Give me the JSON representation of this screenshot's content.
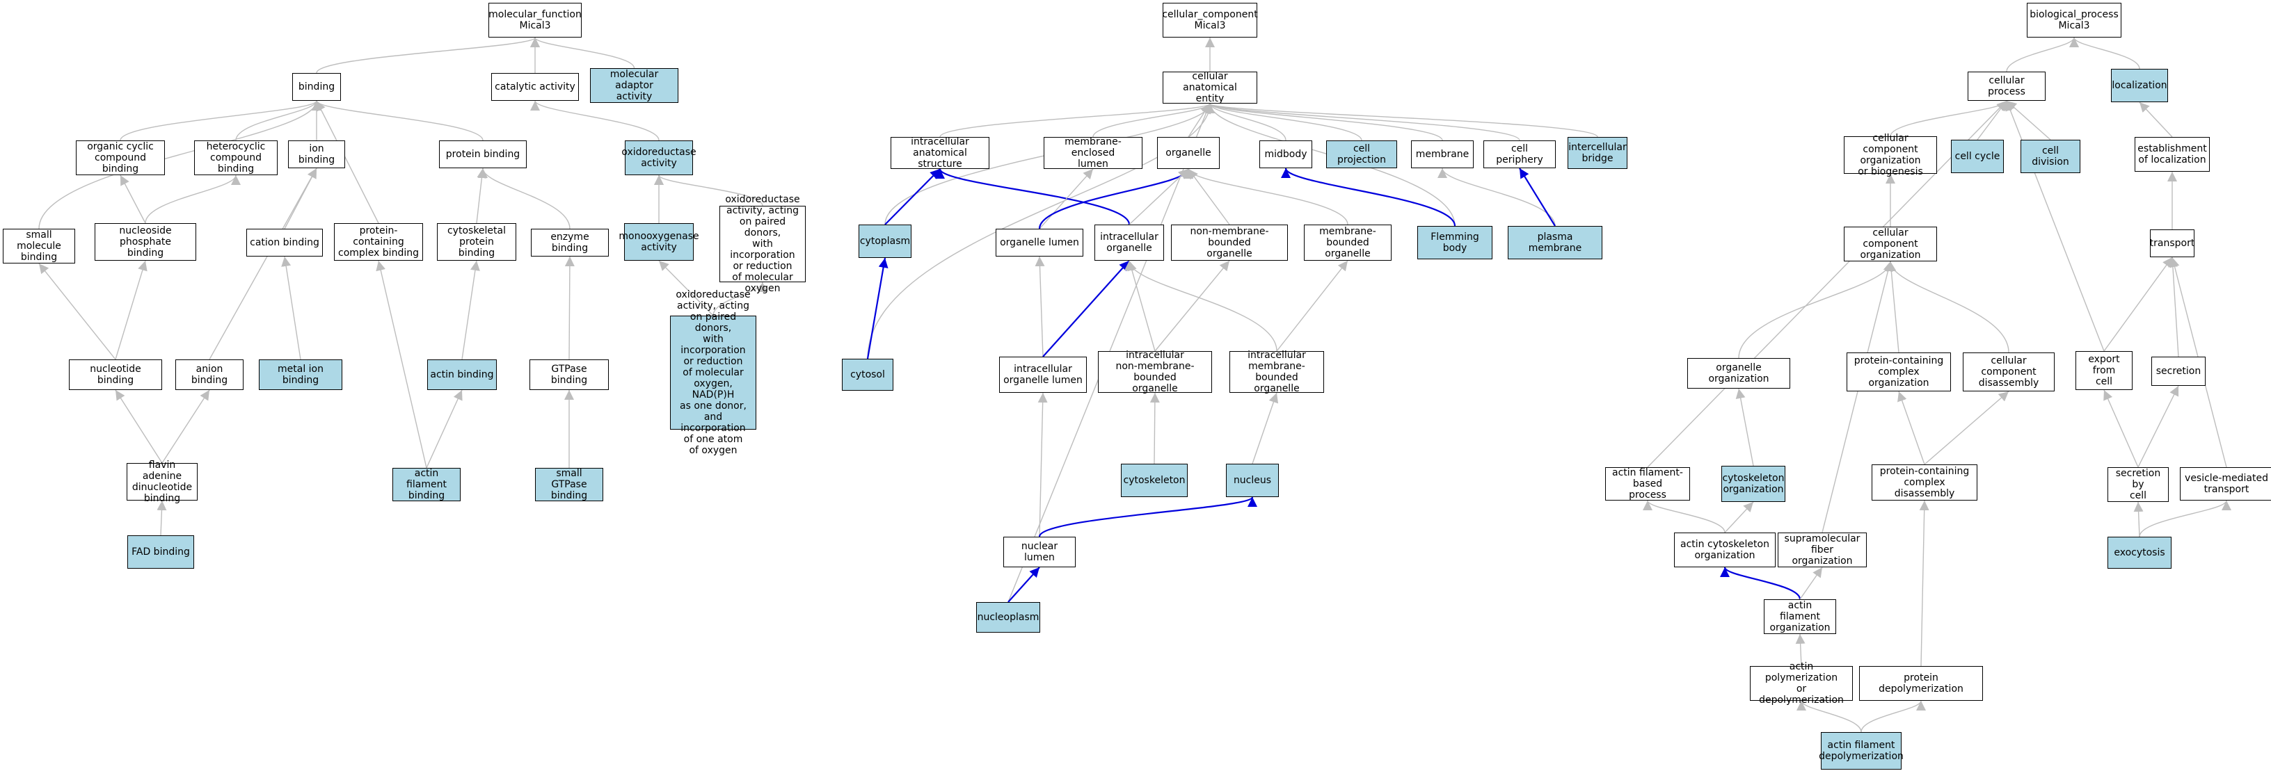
{
  "colors": {
    "node_fill": "#ffffff",
    "highlight_fill": "#add8e6",
    "node_border": "#000000",
    "edge_default": "#bdbdbd",
    "edge_highlight": "#0000dd"
  },
  "graph": {
    "nodes": [
      {
        "id": "mf_root",
        "label": "molecular_function\nMical3",
        "highlight": false
      },
      {
        "id": "binding",
        "label": "binding",
        "highlight": false
      },
      {
        "id": "catalytic",
        "label": "catalytic activity",
        "highlight": false
      },
      {
        "id": "mol_adaptor",
        "label": "molecular adaptor\nactivity",
        "highlight": true
      },
      {
        "id": "org_cyclic",
        "label": "organic cyclic\ncompound binding",
        "highlight": false
      },
      {
        "id": "heterocyclic",
        "label": "heterocyclic\ncompound binding",
        "highlight": false
      },
      {
        "id": "ion_binding",
        "label": "ion binding",
        "highlight": false
      },
      {
        "id": "protein_binding",
        "label": "protein binding",
        "highlight": false
      },
      {
        "id": "oxidoreductase",
        "label": "oxidoreductase\nactivity",
        "highlight": true
      },
      {
        "id": "small_mol",
        "label": "small molecule\nbinding",
        "highlight": false
      },
      {
        "id": "nucleoside_phos",
        "label": "nucleoside phosphate\nbinding",
        "highlight": false
      },
      {
        "id": "cation",
        "label": "cation binding",
        "highlight": false
      },
      {
        "id": "prot_complex_bind",
        "label": "protein-containing\ncomplex binding",
        "highlight": false
      },
      {
        "id": "cytoskeletal_pb",
        "label": "cytoskeletal\nprotein binding",
        "highlight": false
      },
      {
        "id": "enzyme_binding",
        "label": "enzyme binding",
        "highlight": false
      },
      {
        "id": "monooxygenase",
        "label": "monooxygenase\nactivity",
        "highlight": true
      },
      {
        "id": "oxido_paired",
        "label": "oxidoreductase\nactivity, acting\non paired donors,\nwith incorporation\nor reduction\nof molecular\noxygen",
        "highlight": false
      },
      {
        "id": "nucleotide",
        "label": "nucleotide binding",
        "highlight": false
      },
      {
        "id": "anion",
        "label": "anion binding",
        "highlight": false
      },
      {
        "id": "metal_ion",
        "label": "metal ion binding",
        "highlight": true
      },
      {
        "id": "actin_binding",
        "label": "actin binding",
        "highlight": true
      },
      {
        "id": "gtpase_binding",
        "label": "GTPase binding",
        "highlight": false
      },
      {
        "id": "oxido_nadph",
        "label": "oxidoreductase\nactivity, acting\non paired donors,\nwith incorporation\nor reduction\nof molecular\noxygen, NAD(P)H\nas one donor,\nand incorporation\nof one atom\nof oxygen",
        "highlight": true
      },
      {
        "id": "fad",
        "label": "flavin adenine\ndinucleotide\nbinding",
        "highlight": false
      },
      {
        "id": "actin_filament_binding",
        "label": "actin filament\nbinding",
        "highlight": true
      },
      {
        "id": "small_gtpase",
        "label": "small GTPase\nbinding",
        "highlight": true
      },
      {
        "id": "fad_binding",
        "label": "FAD binding",
        "highlight": true
      },
      {
        "id": "cc_root",
        "label": "cellular_component\nMical3",
        "highlight": false
      },
      {
        "id": "cae",
        "label": "cellular anatomical\nentity",
        "highlight": false
      },
      {
        "id": "ias",
        "label": "intracellular\nanatomical structure",
        "highlight": false
      },
      {
        "id": "mel",
        "label": "membrane-enclosed\nlumen",
        "highlight": false
      },
      {
        "id": "organelle",
        "label": "organelle",
        "highlight": false
      },
      {
        "id": "midbody",
        "label": "midbody",
        "highlight": false
      },
      {
        "id": "cell_projection",
        "label": "cell projection",
        "highlight": true
      },
      {
        "id": "membrane",
        "label": "membrane",
        "highlight": false
      },
      {
        "id": "cell_periphery",
        "label": "cell periphery",
        "highlight": false
      },
      {
        "id": "intercellular_bridge",
        "label": "intercellular\nbridge",
        "highlight": true
      },
      {
        "id": "cytoplasm",
        "label": "cytoplasm",
        "highlight": true
      },
      {
        "id": "organelle_lumen",
        "label": "organelle lumen",
        "highlight": false
      },
      {
        "id": "intra_organelle",
        "label": "intracellular\norganelle",
        "highlight": false
      },
      {
        "id": "nmbo",
        "label": "non-membrane-bounded\norganelle",
        "highlight": false
      },
      {
        "id": "mbo",
        "label": "membrane-bounded\norganelle",
        "highlight": false
      },
      {
        "id": "flemming",
        "label": "Flemming body",
        "highlight": true
      },
      {
        "id": "plasma_membrane",
        "label": "plasma membrane",
        "highlight": true
      },
      {
        "id": "cytosol",
        "label": "cytosol",
        "highlight": true
      },
      {
        "id": "intra_org_lumen",
        "label": "intracellular\norganelle lumen",
        "highlight": false
      },
      {
        "id": "intra_nmbo",
        "label": "intracellular\nnon-membrane-bounded\norganelle",
        "highlight": false
      },
      {
        "id": "intra_mbo",
        "label": "intracellular\nmembrane-bounded\norganelle",
        "highlight": false
      },
      {
        "id": "cytoskeleton",
        "label": "cytoskeleton",
        "highlight": true
      },
      {
        "id": "nucleus",
        "label": "nucleus",
        "highlight": true
      },
      {
        "id": "nuclear_lumen",
        "label": "nuclear lumen",
        "highlight": false
      },
      {
        "id": "nucleoplasm",
        "label": "nucleoplasm",
        "highlight": true
      },
      {
        "id": "bp_root",
        "label": "biological_process\nMical3",
        "highlight": false
      },
      {
        "id": "cellular_process",
        "label": "cellular process",
        "highlight": false
      },
      {
        "id": "localization",
        "label": "localization",
        "highlight": true
      },
      {
        "id": "cc_org_bio",
        "label": "cellular component\norganization\nor biogenesis",
        "highlight": false
      },
      {
        "id": "cell_cycle",
        "label": "cell cycle",
        "highlight": true
      },
      {
        "id": "cell_division",
        "label": "cell division",
        "highlight": true
      },
      {
        "id": "est_loc",
        "label": "establishment\nof localization",
        "highlight": false
      },
      {
        "id": "cc_org",
        "label": "cellular component\norganization",
        "highlight": false
      },
      {
        "id": "transport",
        "label": "transport",
        "highlight": false
      },
      {
        "id": "org_org",
        "label": "organelle organization",
        "highlight": false
      },
      {
        "id": "pc_complex_org",
        "label": "protein-containing\ncomplex organization",
        "highlight": false
      },
      {
        "id": "cc_disassembly",
        "label": "cellular component\ndisassembly",
        "highlight": false
      },
      {
        "id": "export",
        "label": "export from\ncell",
        "highlight": false
      },
      {
        "id": "secretion",
        "label": "secretion",
        "highlight": false
      },
      {
        "id": "afbp",
        "label": "actin filament-based\nprocess",
        "highlight": false
      },
      {
        "id": "cyto_org",
        "label": "cytoskeleton\norganization",
        "highlight": true
      },
      {
        "id": "pc_disassembly",
        "label": "protein-containing\ncomplex disassembly",
        "highlight": false
      },
      {
        "id": "sec_by_cell",
        "label": "secretion by\ncell",
        "highlight": false
      },
      {
        "id": "vesicle_transport",
        "label": "vesicle-mediated\ntransport",
        "highlight": false
      },
      {
        "id": "actin_cyto_org",
        "label": "actin cytoskeleton\norganization",
        "highlight": false
      },
      {
        "id": "supramol",
        "label": "supramolecular\nfiber organization",
        "highlight": false
      },
      {
        "id": "exocytosis",
        "label": "exocytosis",
        "highlight": true
      },
      {
        "id": "af_org",
        "label": "actin filament\norganization",
        "highlight": false
      },
      {
        "id": "actin_polym",
        "label": "actin polymerization\nor depolymerization",
        "highlight": false
      },
      {
        "id": "prot_depolym",
        "label": "protein depolymerization",
        "highlight": false
      },
      {
        "id": "af_depolym",
        "label": "actin filament\ndepolymerization",
        "highlight": true
      }
    ],
    "edges": [
      {
        "from": "binding",
        "to": "mf_root",
        "highlight": false
      },
      {
        "from": "catalytic",
        "to": "mf_root",
        "highlight": false
      },
      {
        "from": "mol_adaptor",
        "to": "mf_root",
        "highlight": false
      },
      {
        "from": "org_cyclic",
        "to": "binding",
        "highlight": false
      },
      {
        "from": "heterocyclic",
        "to": "binding",
        "highlight": false
      },
      {
        "from": "ion_binding",
        "to": "binding",
        "highlight": false
      },
      {
        "from": "protein_binding",
        "to": "binding",
        "highlight": false
      },
      {
        "from": "small_mol",
        "to": "binding",
        "highlight": false
      },
      {
        "from": "prot_complex_bind",
        "to": "binding",
        "highlight": false
      },
      {
        "from": "oxidoreductase",
        "to": "catalytic",
        "highlight": false
      },
      {
        "from": "nucleoside_phos",
        "to": "org_cyclic",
        "highlight": false
      },
      {
        "from": "nucleoside_phos",
        "to": "heterocyclic",
        "highlight": false
      },
      {
        "from": "cation",
        "to": "ion_binding",
        "highlight": false
      },
      {
        "from": "anion",
        "to": "ion_binding",
        "highlight": false
      },
      {
        "from": "cytoskeletal_pb",
        "to": "protein_binding",
        "highlight": false
      },
      {
        "from": "enzyme_binding",
        "to": "protein_binding",
        "highlight": false
      },
      {
        "from": "monooxygenase",
        "to": "oxidoreductase",
        "highlight": false
      },
      {
        "from": "oxido_paired",
        "to": "oxidoreductase",
        "highlight": false
      },
      {
        "from": "nucleotide",
        "to": "small_mol",
        "highlight": false
      },
      {
        "from": "nucleotide",
        "to": "nucleoside_phos",
        "highlight": false
      },
      {
        "from": "metal_ion",
        "to": "cation",
        "highlight": false
      },
      {
        "from": "actin_binding",
        "to": "cytoskeletal_pb",
        "highlight": false
      },
      {
        "from": "gtpase_binding",
        "to": "enzyme_binding",
        "highlight": false
      },
      {
        "from": "oxido_nadph",
        "to": "monooxygenase",
        "highlight": false
      },
      {
        "from": "oxido_nadph",
        "to": "oxido_paired",
        "highlight": false
      },
      {
        "from": "fad",
        "to": "nucleotide",
        "highlight": false
      },
      {
        "from": "fad",
        "to": "anion",
        "highlight": false
      },
      {
        "from": "actin_filament_binding",
        "to": "actin_binding",
        "highlight": false
      },
      {
        "from": "actin_filament_binding",
        "to": "prot_complex_bind",
        "highlight": false
      },
      {
        "from": "small_gtpase",
        "to": "gtpase_binding",
        "highlight": false
      },
      {
        "from": "fad_binding",
        "to": "fad",
        "highlight": false
      },
      {
        "from": "cae",
        "to": "cc_root",
        "highlight": false
      },
      {
        "from": "ias",
        "to": "cae",
        "highlight": false
      },
      {
        "from": "mel",
        "to": "cae",
        "highlight": false
      },
      {
        "from": "organelle",
        "to": "cae",
        "highlight": false
      },
      {
        "from": "midbody",
        "to": "cae",
        "highlight": false
      },
      {
        "from": "cell_projection",
        "to": "cae",
        "highlight": false
      },
      {
        "from": "membrane",
        "to": "cae",
        "highlight": false
      },
      {
        "from": "cell_periphery",
        "to": "cae",
        "highlight": false
      },
      {
        "from": "intercellular_bridge",
        "to": "cae",
        "highlight": false
      },
      {
        "from": "cytoplasm",
        "to": "cae",
        "highlight": false
      },
      {
        "from": "cytosol",
        "to": "cae",
        "highlight": false
      },
      {
        "from": "nucleoplasm",
        "to": "cae",
        "highlight": false
      },
      {
        "from": "flemming",
        "to": "cae",
        "highlight": false
      },
      {
        "from": "cytoplasm",
        "to": "ias",
        "highlight": true
      },
      {
        "from": "intra_organelle",
        "to": "ias",
        "highlight": true
      },
      {
        "from": "organelle_lumen",
        "to": "mel",
        "highlight": false
      },
      {
        "from": "organelle_lumen",
        "to": "organelle",
        "highlight": true
      },
      {
        "from": "intra_organelle",
        "to": "organelle",
        "highlight": false
      },
      {
        "from": "nmbo",
        "to": "organelle",
        "highlight": false
      },
      {
        "from": "mbo",
        "to": "organelle",
        "highlight": false
      },
      {
        "from": "flemming",
        "to": "midbody",
        "highlight": true
      },
      {
        "from": "plasma_membrane",
        "to": "membrane",
        "highlight": false
      },
      {
        "from": "plasma_membrane",
        "to": "cell_periphery",
        "highlight": true
      },
      {
        "from": "cytosol",
        "to": "cytoplasm",
        "highlight": true
      },
      {
        "from": "intra_org_lumen",
        "to": "organelle_lumen",
        "highlight": false
      },
      {
        "from": "intra_org_lumen",
        "to": "intra_organelle",
        "highlight": true
      },
      {
        "from": "intra_nmbo",
        "to": "intra_organelle",
        "highlight": false
      },
      {
        "from": "intra_nmbo",
        "to": "nmbo",
        "highlight": false
      },
      {
        "from": "intra_mbo",
        "to": "intra_organelle",
        "highlight": false
      },
      {
        "from": "intra_mbo",
        "to": "mbo",
        "highlight": false
      },
      {
        "from": "cytoskeleton",
        "to": "intra_nmbo",
        "highlight": false
      },
      {
        "from": "nucleus",
        "to": "intra_mbo",
        "highlight": false
      },
      {
        "from": "nuclear_lumen",
        "to": "intra_org_lumen",
        "highlight": false
      },
      {
        "from": "nuclear_lumen",
        "to": "nucleus",
        "highlight": true
      },
      {
        "from": "nucleoplasm",
        "to": "nuclear_lumen",
        "highlight": true
      },
      {
        "from": "cellular_process",
        "to": "bp_root",
        "highlight": false
      },
      {
        "from": "localization",
        "to": "bp_root",
        "highlight": false
      },
      {
        "from": "cc_org_bio",
        "to": "cellular_process",
        "highlight": false
      },
      {
        "from": "cell_cycle",
        "to": "cellular_process",
        "highlight": false
      },
      {
        "from": "cell_division",
        "to": "cellular_process",
        "highlight": false
      },
      {
        "from": "afbp",
        "to": "cellular_process",
        "highlight": false
      },
      {
        "from": "export",
        "to": "cellular_process",
        "highlight": false
      },
      {
        "from": "est_loc",
        "to": "localization",
        "highlight": false
      },
      {
        "from": "cc_org",
        "to": "cc_org_bio",
        "highlight": false
      },
      {
        "from": "transport",
        "to": "est_loc",
        "highlight": false
      },
      {
        "from": "org_org",
        "to": "cc_org",
        "highlight": false
      },
      {
        "from": "pc_complex_org",
        "to": "cc_org",
        "highlight": false
      },
      {
        "from": "cc_disassembly",
        "to": "cc_org",
        "highlight": false
      },
      {
        "from": "supramol",
        "to": "cc_org",
        "highlight": false
      },
      {
        "from": "export",
        "to": "transport",
        "highlight": false
      },
      {
        "from": "secretion",
        "to": "transport",
        "highlight": false
      },
      {
        "from": "vesicle_transport",
        "to": "transport",
        "highlight": false
      },
      {
        "from": "cyto_org",
        "to": "org_org",
        "highlight": false
      },
      {
        "from": "pc_disassembly",
        "to": "pc_complex_org",
        "highlight": false
      },
      {
        "from": "pc_disassembly",
        "to": "cc_disassembly",
        "highlight": false
      },
      {
        "from": "sec_by_cell",
        "to": "export",
        "highlight": false
      },
      {
        "from": "sec_by_cell",
        "to": "secretion",
        "highlight": false
      },
      {
        "from": "actin_cyto_org",
        "to": "afbp",
        "highlight": false
      },
      {
        "from": "actin_cyto_org",
        "to": "cyto_org",
        "highlight": false
      },
      {
        "from": "exocytosis",
        "to": "sec_by_cell",
        "highlight": false
      },
      {
        "from": "exocytosis",
        "to": "vesicle_transport",
        "highlight": false
      },
      {
        "from": "af_org",
        "to": "actin_cyto_org",
        "highlight": true
      },
      {
        "from": "af_org",
        "to": "supramol",
        "highlight": false
      },
      {
        "from": "actin_polym",
        "to": "af_org",
        "highlight": false
      },
      {
        "from": "prot_depolym",
        "to": "pc_disassembly",
        "highlight": false
      },
      {
        "from": "af_depolym",
        "to": "actin_polym",
        "highlight": false
      },
      {
        "from": "af_depolym",
        "to": "prot_depolym",
        "highlight": false
      }
    ]
  }
}
